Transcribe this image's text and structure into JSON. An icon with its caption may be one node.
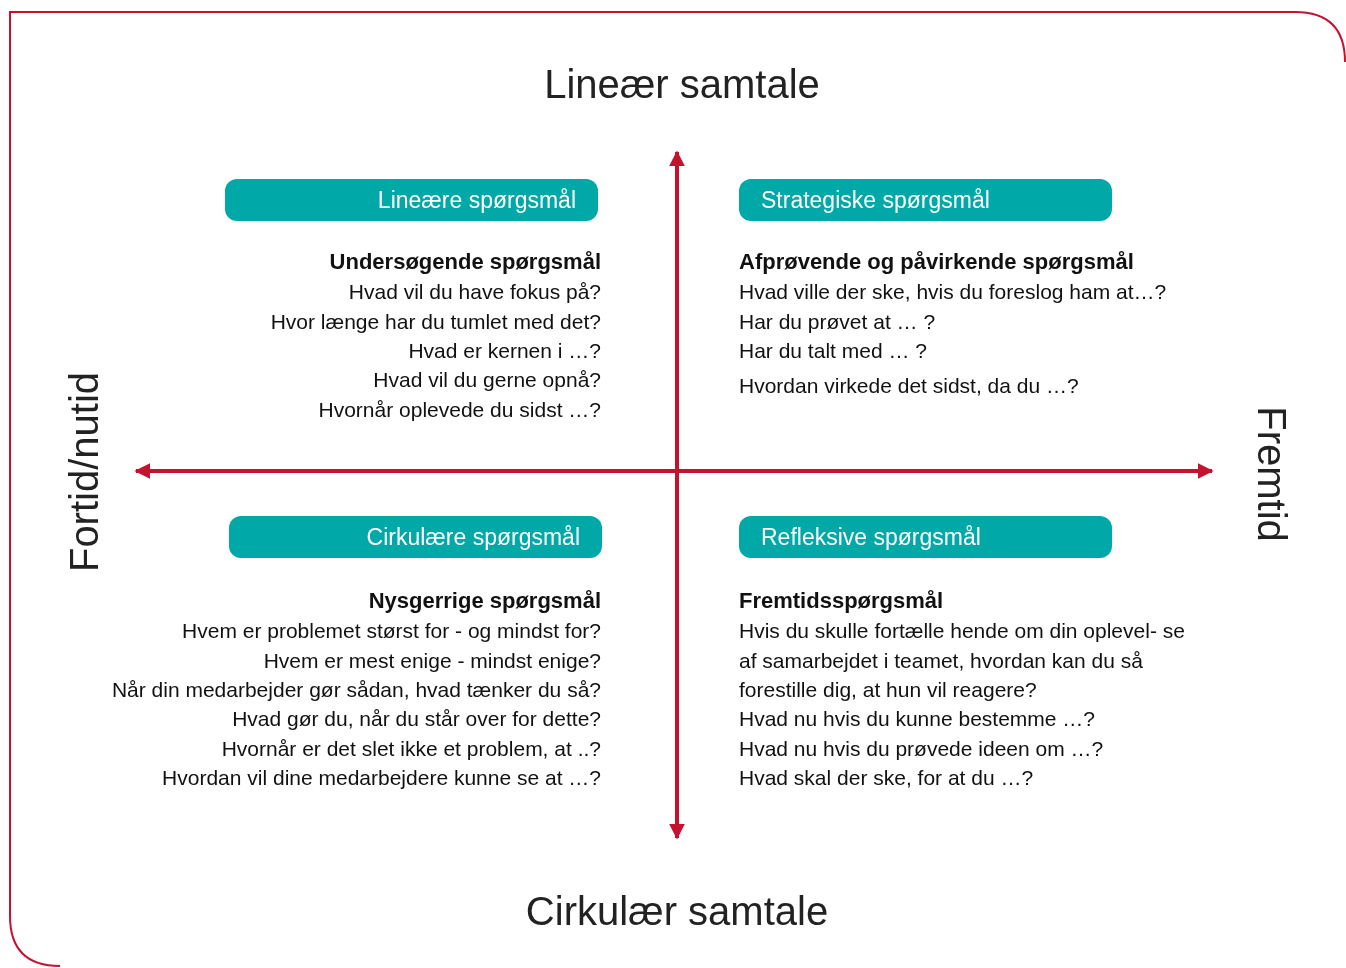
{
  "diagram": {
    "nodes": [
      {
        "text": [
          "Lineære spørgsmål"
        ]
      },
      {
        "text": [
          "Strategiske spørgsmål"
        ]
      },
      {
        "text": [
          "Cirkulære spørgsmål"
        ]
      },
      {
        "text": [
          "Refleksive spørgsmål"
        ]
      }
    ],
    "labels": [
      "Lineær samtale",
      "Undersøgende spørgsmål",
      "Hvad vil du have fokus på?",
      "Hvor længe har du tumlet med det?",
      "Hvad er kernen i …?",
      "Hvad vil du gerne opnå?",
      "Hvornår oplevede du sidst …?",
      "Afprøvende og påvirkende spørgsmål",
      "Hvad ville der ske, hvis du foreslog ham at…?",
      "Har du prøvet at  … ?",
      "Har du talt med … ?",
      "Hvordan virkede det sidst, da du …?",
      "Fortid/nutid",
      "Fremtid",
      "Nysgerrige spørgsmål",
      "Hvem er problemet størst for - og mindst for?",
      "Hvem er mest enige - mindst enige?",
      "Når din medarbejder gør sådan, hvad tænker du så?",
      "Hvad gør du, når du står over for dette?",
      "Hvornår er det slet ikke et problem, at ..?",
      "Hvordan vil dine medarbejdere kunne se at …?",
      "Fremtidsspørgsmål",
      "Hvis du skulle fortælle hende om din oplevel- se af samarbejdet i teamet, hvordan kan du så forestille dig, at hun vil reagere?",
      "Hvad nu hvis du kunne bestemme …?",
      "Hvad nu hvis du prøvede ideen om …?",
      "Hvad skal der ske, for at du …?",
      "Cirkulær samtale"
    ]
  }
}
